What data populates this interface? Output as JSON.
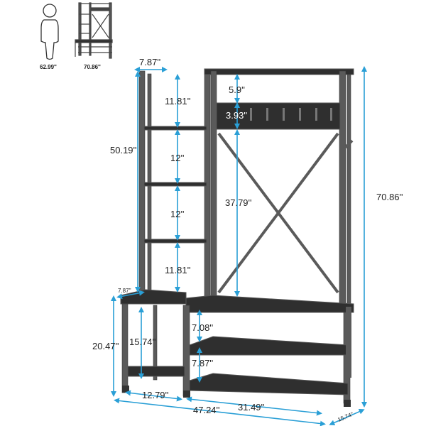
{
  "legend": {
    "person_height": "62.99''",
    "unit_height": "70.86''",
    "icons": [
      "person-silhouette-icon",
      "hall-tree-thumbnail-icon"
    ]
  },
  "dimensions": {
    "top_depth": "7.87''",
    "tower_height": "50.19''",
    "shelf_gap_1": "11.81''",
    "shelf_gap_2": "12''",
    "shelf_gap_3": "12''",
    "shelf_gap_4": "11.81''",
    "top_gap": "5.9''",
    "hook_panel": "3.93''",
    "coat_area": "37.79''",
    "total_height": "70.86''",
    "bench_depth": "7.87''",
    "bench_height": "20.47''",
    "left_cubby": "15.74''",
    "shoe_gap_1": "7.08''",
    "shoe_gap_2": "7.87''",
    "left_width": "12.79''",
    "right_width": "31.49''",
    "total_width": "47.24''",
    "depth": "15.74''"
  },
  "colors": {
    "dimension": "#2a9fd6",
    "frame": "#5a5a5a",
    "board": "#2f2f2f"
  }
}
